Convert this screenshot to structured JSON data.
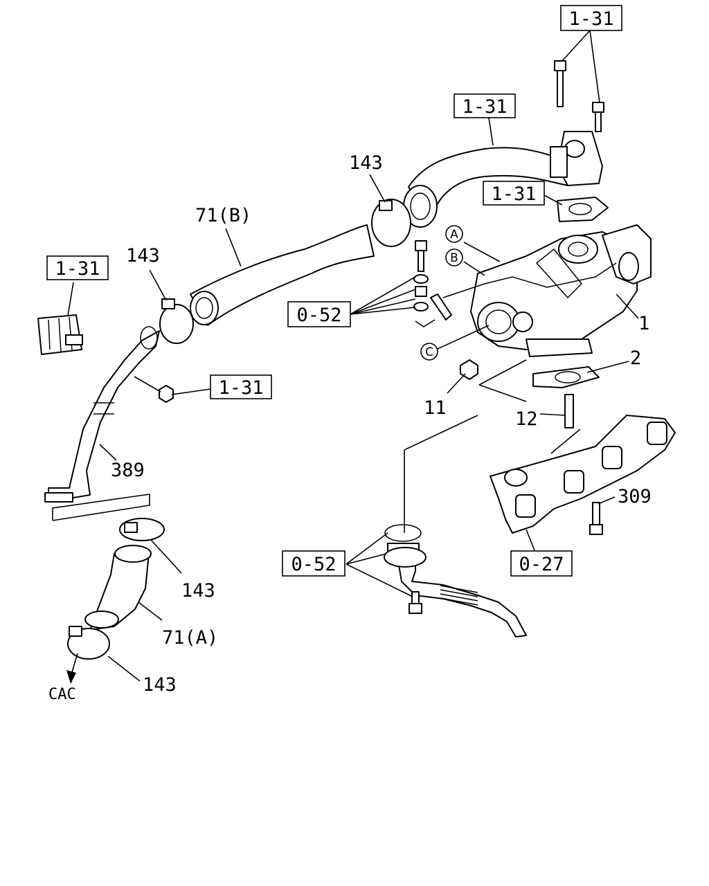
{
  "labels": {
    "ref_1_31_top": "1-31",
    "ref_1_31_pipe": "1-31",
    "ref_1_31_gasket": "1-31",
    "ref_1_31_left": "1-31",
    "ref_1_31_nut": "1-31",
    "ref_0_52_turbo": "0-52",
    "ref_0_52_bottom": "0-52",
    "ref_0_27": "0-27",
    "p143_top": "143",
    "p143_mid": "143",
    "p143_low": "143",
    "p143_bottom": "143",
    "p71b": "71(B)",
    "p71a": "71(A)",
    "p389": "389",
    "p1": "1",
    "p2": "2",
    "p11": "11",
    "p12": "12",
    "p309": "309",
    "circle_a": "A",
    "circle_b": "B",
    "circle_c": "C",
    "cac": "CAC"
  },
  "icons": {
    "arrow": "arrow-down-left-icon"
  }
}
